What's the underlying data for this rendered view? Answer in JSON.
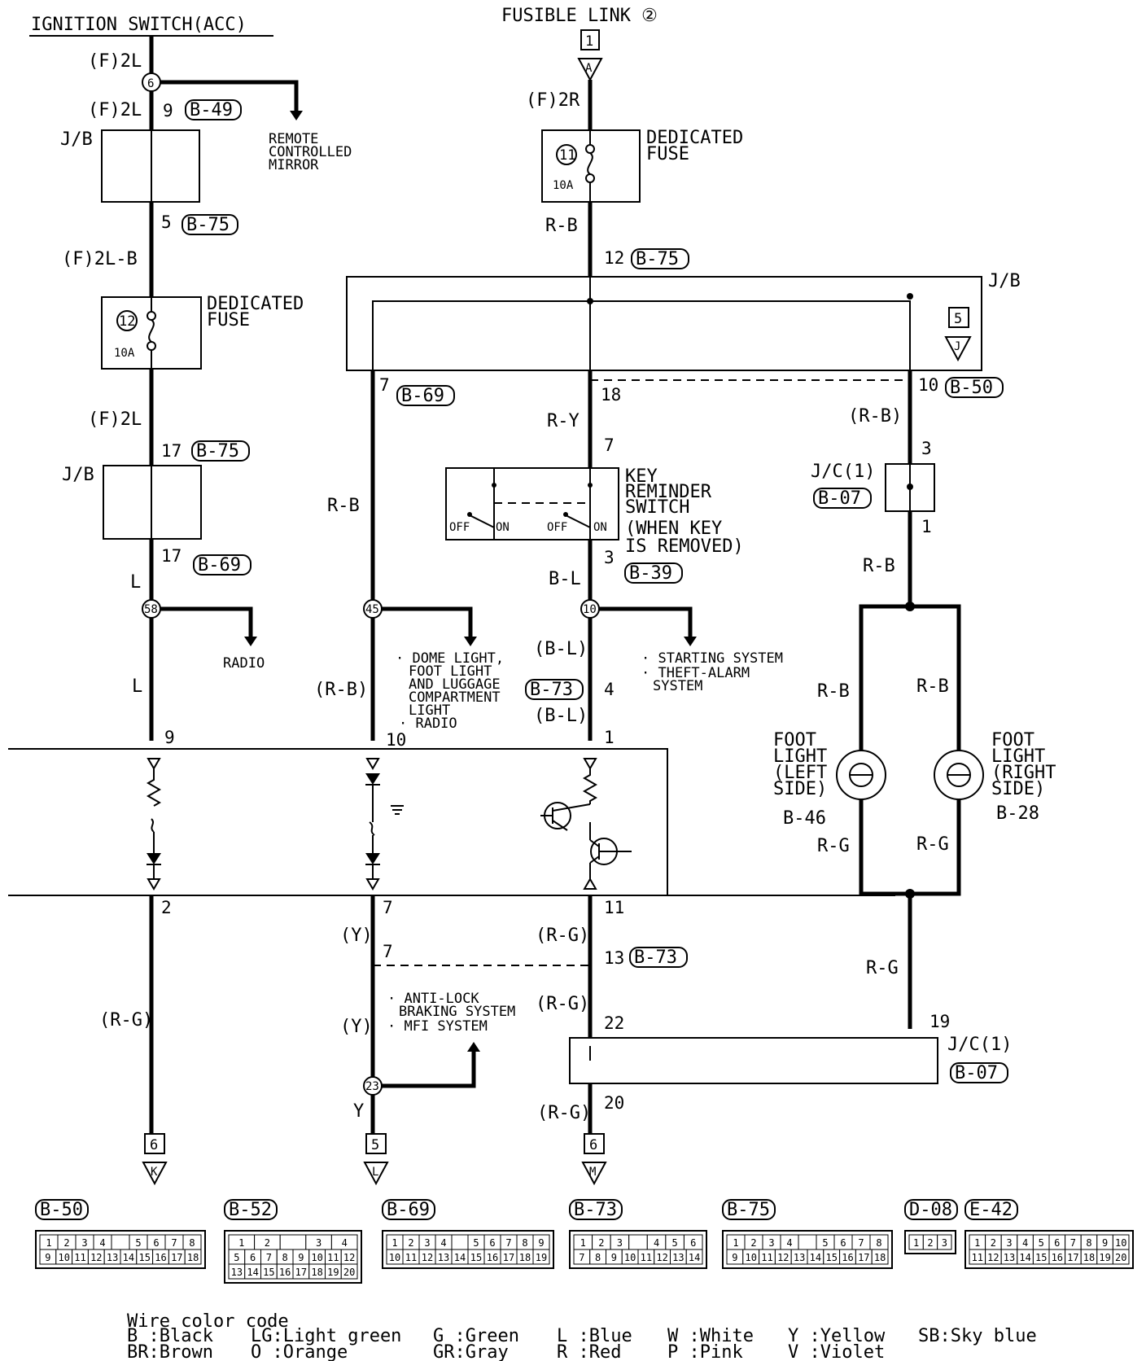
{
  "top": {
    "ignition_switch": "IGNITION SWITCH(ACC)",
    "fusible_link": "FUSIBLE LINK ②",
    "fusible_link_number": "1",
    "fusible_link_arrow": "A"
  },
  "left_column": {
    "wire_f2l_top": "(F)2L",
    "junction_6": "6",
    "wire_f2l_second": "(F)2L",
    "pin_9": "9",
    "conn_b49": "B-49",
    "remote_mirror": [
      "REMOTE",
      "CONTROLLED",
      "MIRROR"
    ],
    "jb_label": "J/B",
    "pin_5": "5",
    "conn_b75_a": "B-75",
    "wire_f2l_b": "(F)2L-B",
    "fuse_number": "12",
    "fuse_rating": "10A",
    "fuse_title": [
      "DEDICATED",
      "FUSE"
    ],
    "wire_f2l_third": "(F)2L",
    "pin_17_top": "17",
    "conn_b75_b": "B-75",
    "jb_label_2": "J/B",
    "pin_17_bottom": "17",
    "conn_b69": "B-69",
    "wire_l": "L",
    "junction_58": "58",
    "radio": "RADIO",
    "wire_l_2": "L",
    "pin_9_ecu": "9",
    "pin_2": "2",
    "wire_rg": "(R-G)",
    "bottom_number": "6",
    "bottom_arrow": "K"
  },
  "middle_column": {
    "wire_rb": "R-B",
    "pin_7": "7",
    "conn_b69": "B-69",
    "junction_45": "45",
    "dome_light_notes": [
      "· DOME LIGHT,",
      "FOOT LIGHT",
      "AND LUGGAGE",
      "COMPARTMENT",
      "LIGHT",
      "· RADIO"
    ],
    "wire_rb_paren": "(R-B)",
    "pin_10": "10",
    "pin_7_out": "7",
    "wire_y_paren": "(Y)",
    "pin_7_b73": "7",
    "abs_notes": [
      "· ANTI-LOCK",
      "BRAKING SYSTEM",
      "· MFI SYSTEM"
    ],
    "wire_y_paren_2": "(Y)",
    "junction_23": "23",
    "wire_y": "Y",
    "bottom_number": "5",
    "bottom_arrow": "L"
  },
  "center_column": {
    "wire_f2r": "(F)2R",
    "fuse_number": "11",
    "fuse_rating": "10A",
    "fuse_title": [
      "DEDICATED",
      "FUSE"
    ],
    "wire_rb": "R-B",
    "pin_12": "12",
    "conn_b75": "B-75",
    "jb_label": "J/B",
    "jb_ref_number": "5",
    "jb_ref_arrow": "J",
    "pin_18": "18",
    "wire_ry": "R-Y",
    "pin_7_switch": "7",
    "key_switch": [
      "KEY",
      "REMINDER",
      "SWITCH",
      "(WHEN KEY",
      "IS REMOVED)"
    ],
    "switch_off": "OFF",
    "switch_on": "ON",
    "pin_3": "3",
    "wire_bl": "B-L",
    "conn_b39": "B-39",
    "junction_10": "10",
    "starting_notes": [
      "· STARTING SYSTEM",
      "· THEFT-ALARM",
      "SYSTEM"
    ],
    "wire_bl_paren": "(B-L)",
    "conn_b73": "B-73",
    "pin_4": "4",
    "wire_bl_paren_2": "(B-L)",
    "pin_1": "1",
    "pin_11": "11",
    "wire_rg_paren": "(R-G)",
    "pin_13": "13",
    "conn_b73_b": "B-73",
    "wire_rg_paren_2": "(R-G)",
    "pin_22": "22",
    "pin_20": "20",
    "wire_rg_paren_3": "(R-G)",
    "bottom_number": "6",
    "bottom_arrow": "M"
  },
  "right_column": {
    "pin_10": "10",
    "conn_b50": "B-50",
    "wire_rb_paren": "(R-B)",
    "pin_3": "3",
    "jc_label": "J/C(1)",
    "conn_b07": "B-07",
    "pin_1": "1",
    "wire_rb": "R-B",
    "wire_rb_left": "R-B",
    "wire_rb_right": "R-B",
    "foot_left": [
      "FOOT",
      "LIGHT",
      "(LEFT",
      "SIDE)"
    ],
    "foot_left_conn": "B-46",
    "foot_right": [
      "FOOT",
      "LIGHT",
      "(RIGHT",
      "SIDE)"
    ],
    "foot_right_conn": "B-28",
    "wire_rg_left": "R-G",
    "wire_rg_right": "R-G",
    "wire_rg": "R-G",
    "pin_19": "19",
    "jc_label_2": "J/C(1)",
    "conn_b07_b": "B-07"
  },
  "connectors": [
    {
      "name": "B-50",
      "rows": [
        [
          "1",
          "2",
          "3",
          "4",
          "",
          "5",
          "6",
          "7",
          "8"
        ],
        [
          "9",
          "10",
          "11",
          "12",
          "13",
          "14",
          "15",
          "16",
          "17",
          "18"
        ]
      ]
    },
    {
      "name": "B-52",
      "rows": [
        [
          "1",
          "2",
          "",
          "3",
          "4"
        ],
        [
          "5",
          "6",
          "7",
          "8",
          "9",
          "10",
          "11",
          "12"
        ],
        [
          "13",
          "14",
          "15",
          "16",
          "17",
          "18",
          "19",
          "20"
        ]
      ]
    },
    {
      "name": "B-69",
      "rows": [
        [
          "1",
          "2",
          "3",
          "4",
          "",
          "5",
          "6",
          "7",
          "8",
          "9"
        ],
        [
          "10",
          "11",
          "12",
          "13",
          "14",
          "15",
          "16",
          "17",
          "18",
          "19"
        ]
      ]
    },
    {
      "name": "B-73",
      "rows": [
        [
          "1",
          "2",
          "3",
          "",
          "4",
          "5",
          "6"
        ],
        [
          "7",
          "8",
          "9",
          "10",
          "11",
          "12",
          "13",
          "14"
        ]
      ]
    },
    {
      "name": "B-75",
      "rows": [
        [
          "1",
          "2",
          "3",
          "4",
          "",
          "5",
          "6",
          "7",
          "8"
        ],
        [
          "9",
          "10",
          "11",
          "12",
          "13",
          "14",
          "15",
          "16",
          "17",
          "18"
        ]
      ]
    },
    {
      "name": "D-08",
      "rows": [
        [
          "1",
          "2",
          "3"
        ]
      ]
    },
    {
      "name": "E-42",
      "rows": [
        [
          "1",
          "2",
          "3",
          "4",
          "5",
          "6",
          "7",
          "8",
          "9",
          "10"
        ],
        [
          "11",
          "12",
          "13",
          "14",
          "15",
          "16",
          "17",
          "18",
          "19",
          "20"
        ]
      ]
    }
  ],
  "legend": {
    "title": "Wire color code",
    "entries": [
      [
        "B :Black",
        "LG:Light green",
        "G :Green",
        "L :Blue",
        "W :White",
        "Y :Yellow",
        "SB:Sky blue"
      ],
      [
        "BR:Brown",
        "O :Orange",
        "GR:Gray",
        "R :Red",
        "P :Pink",
        "V :Violet",
        ""
      ]
    ]
  }
}
